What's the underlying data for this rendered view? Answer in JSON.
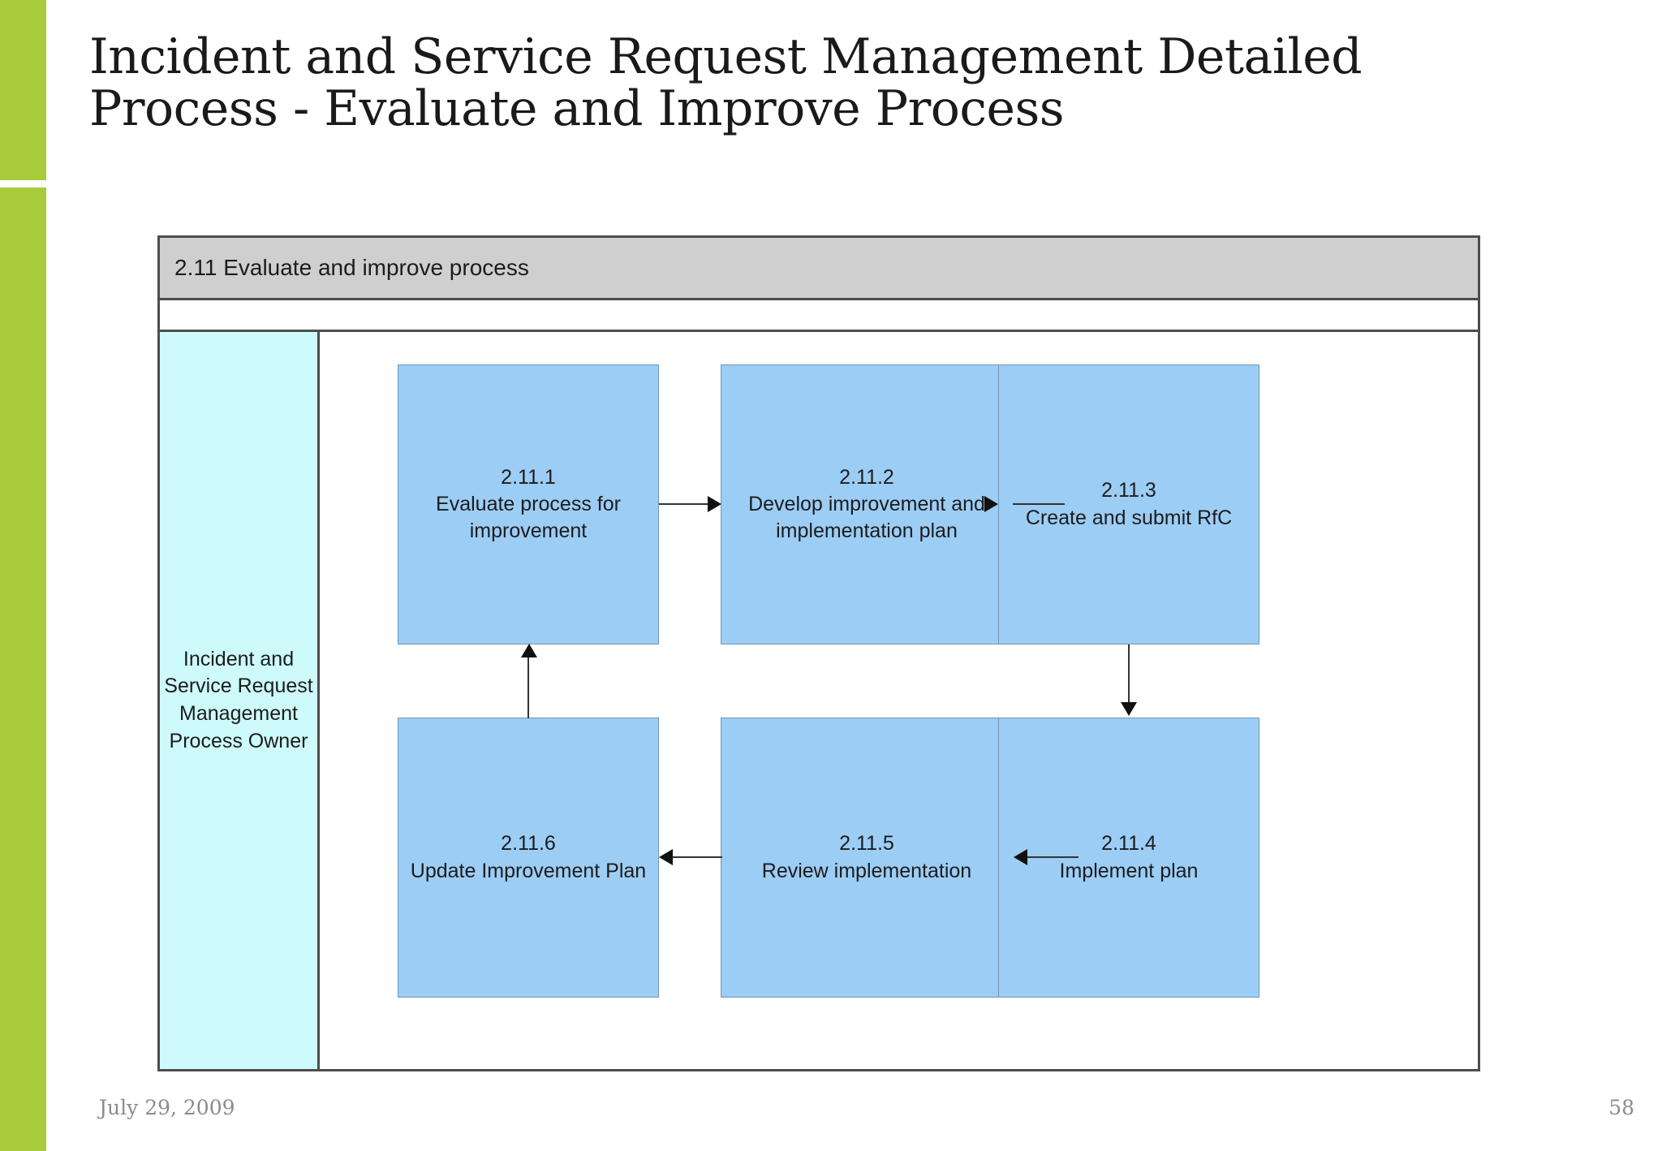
{
  "slide": {
    "title": "Incident and Service Request Management Detailed\nProcess - Evaluate and Improve Process",
    "accent_color": "#A7CB3A"
  },
  "diagram": {
    "header_title": "2.11 Evaluate and improve process",
    "header_bg": "#CFCFCF",
    "border_color": "#4D4D4D",
    "lane": {
      "label": "Incident and\nService Request\nManagement\nProcess Owner",
      "bg": "#CDFAFA"
    },
    "box_fill": "#9CCDF5",
    "boxes": [
      {
        "id": "2.11.1",
        "label": "Evaluate process for\nimprovement"
      },
      {
        "id": "2.11.2",
        "label": "Develop improvement and\nimplementation plan"
      },
      {
        "id": "2.11.3",
        "label": "Create and submit RfC"
      },
      {
        "id": "2.11.4",
        "label": "Implement plan"
      },
      {
        "id": "2.11.5",
        "label": "Review implementation"
      },
      {
        "id": "2.11.6",
        "label": "Update Improvement Plan"
      }
    ],
    "connectors": [
      {
        "from": "2.11.1",
        "to": "2.11.2",
        "direction": "right"
      },
      {
        "from": "2.11.2",
        "to": "2.11.3",
        "direction": "right"
      },
      {
        "from": "2.11.3",
        "to": "2.11.4",
        "direction": "down"
      },
      {
        "from": "2.11.4",
        "to": "2.11.5",
        "direction": "left"
      },
      {
        "from": "2.11.5",
        "to": "2.11.6",
        "direction": "left"
      },
      {
        "from": "2.11.6",
        "to": "2.11.1",
        "direction": "up"
      }
    ]
  },
  "footer": {
    "date": "July 29, 2009",
    "page_number": "58"
  }
}
